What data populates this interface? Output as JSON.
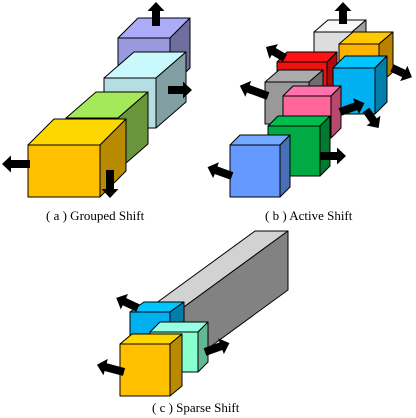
{
  "captions": {
    "a": "( a ) Grouped Shift",
    "b": "( b ) Active Shift",
    "c": "( c ) Sparse Shift"
  },
  "colors": {
    "yellow": "#FFC000",
    "olive_green": "#92D050",
    "teal": "#B4DEE2",
    "lavender": "#9999DD",
    "gray": "#999999",
    "light_gray": "#DDDDDD",
    "red": "#EE1111",
    "orange": "#FFB300",
    "cyan": "#00B0F0",
    "pink": "#FF6699",
    "green": "#00AA44",
    "blue": "#6699FF",
    "mint": "#88FFCC",
    "arrow": "#000000"
  }
}
